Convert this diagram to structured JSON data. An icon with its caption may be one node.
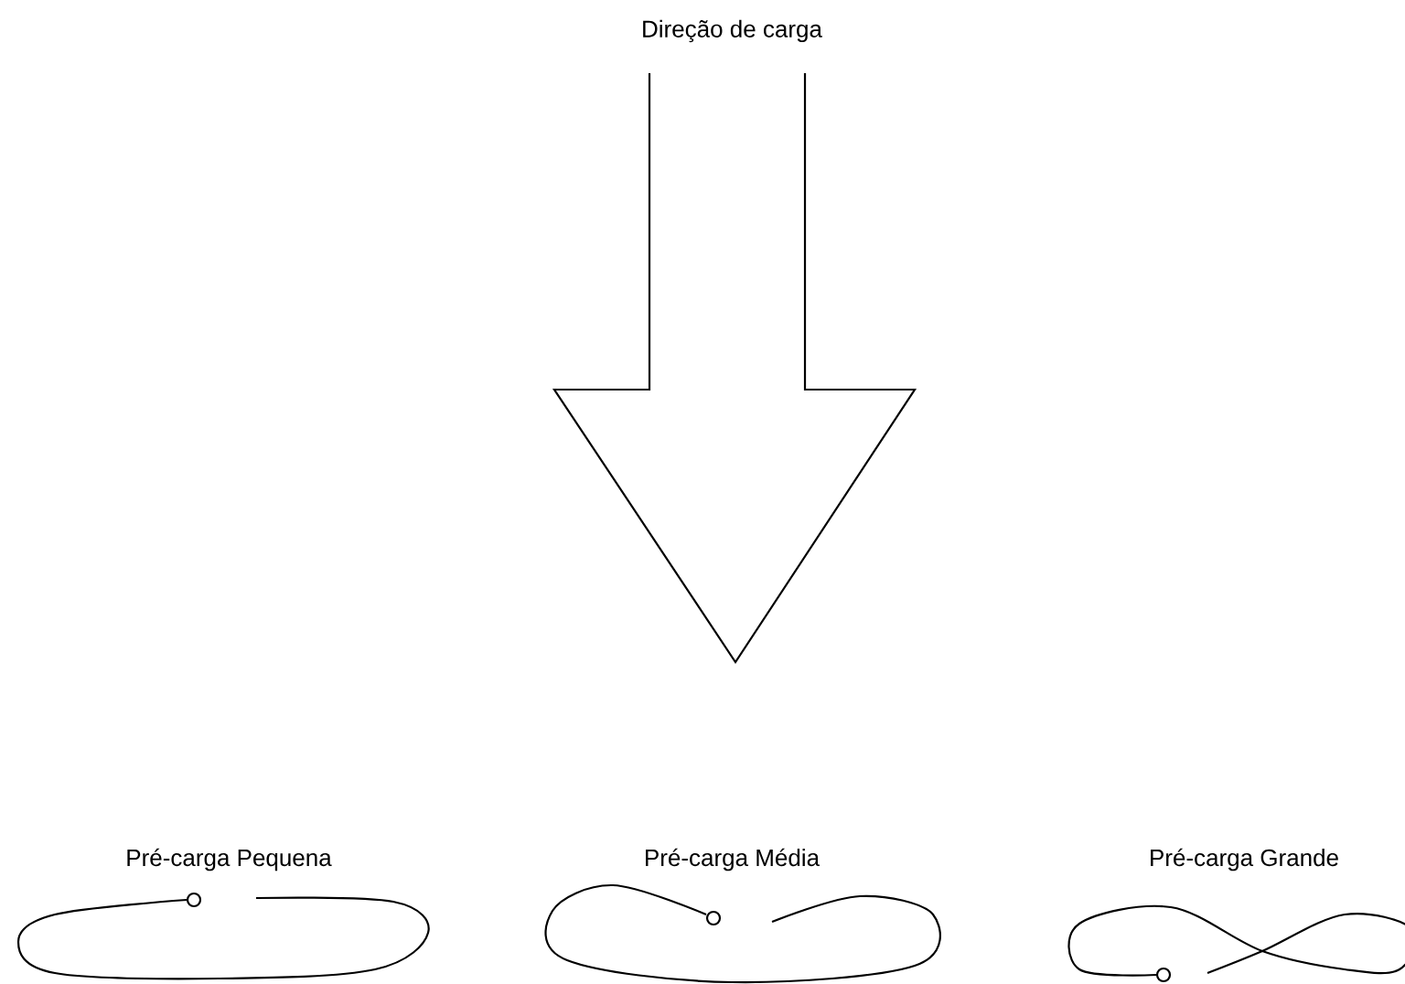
{
  "diagram": {
    "labels": [
      "Direção de carga",
      "Pré-carga Pequena",
      "Pré-carga Média",
      "Pré-carga Grande"
    ]
  }
}
